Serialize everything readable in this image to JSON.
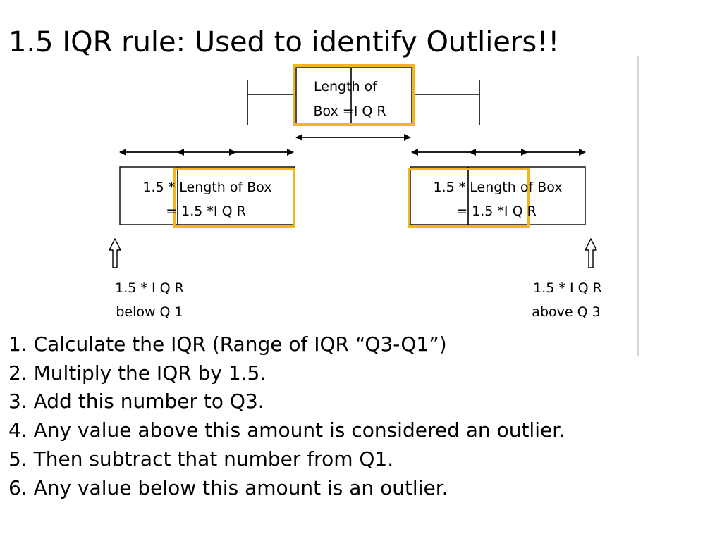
{
  "title": "1.5 IQR rule: Used to identify Outliers!!",
  "diagram": {
    "box_label": [
      "Length of",
      "Box =I Q R"
    ],
    "left_box_label": [
      "1.5 * Length of Box",
      "= 1.5 *I Q R"
    ],
    "right_box_label": [
      "1.5 * Length of Box",
      "= 1.5 *I Q R"
    ],
    "left_marker": [
      "1.5 * I Q R",
      "below Q 1"
    ],
    "right_marker": [
      "1.5 * I Q R",
      "above Q 3"
    ],
    "highlight_color": "#f2b51d"
  },
  "steps": [
    "1. Calculate the IQR (Range of IQR “Q3-Q1”)",
    "2. Multiply the IQR by 1.5.",
    "3. Add this number to Q3.",
    "4. Any value above this amount is considered an outlier.",
    "5. Then subtract that number from Q1.",
    "6. Any value below this amount is an outlier."
  ]
}
